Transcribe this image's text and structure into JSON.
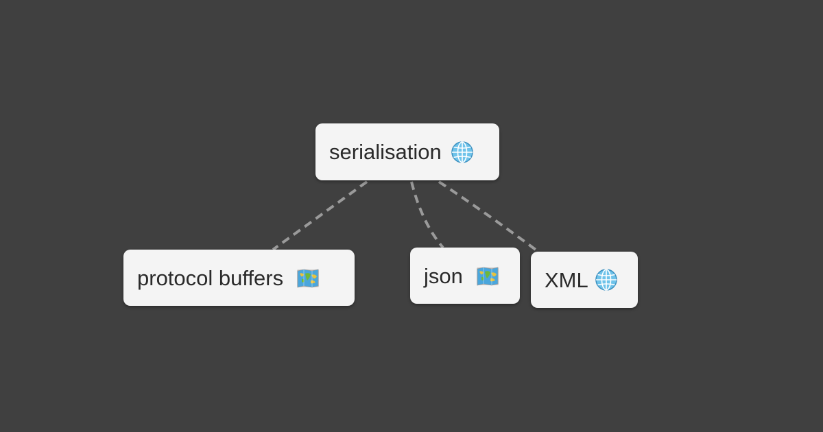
{
  "diagram": {
    "type": "mind-map",
    "colors": {
      "background": "#404040",
      "node_fill": "#f4f4f4",
      "node_text": "#2a2a2a",
      "edge": "#9a9a9a"
    },
    "root": {
      "label": "serialisation",
      "icon": "globe-icon"
    },
    "children": [
      {
        "label": "protocol buffers",
        "icon": "world-map-icon"
      },
      {
        "label": "json",
        "icon": "world-map-icon"
      },
      {
        "label": "XML",
        "icon": "globe-icon"
      }
    ],
    "edge_style": "dashed"
  }
}
